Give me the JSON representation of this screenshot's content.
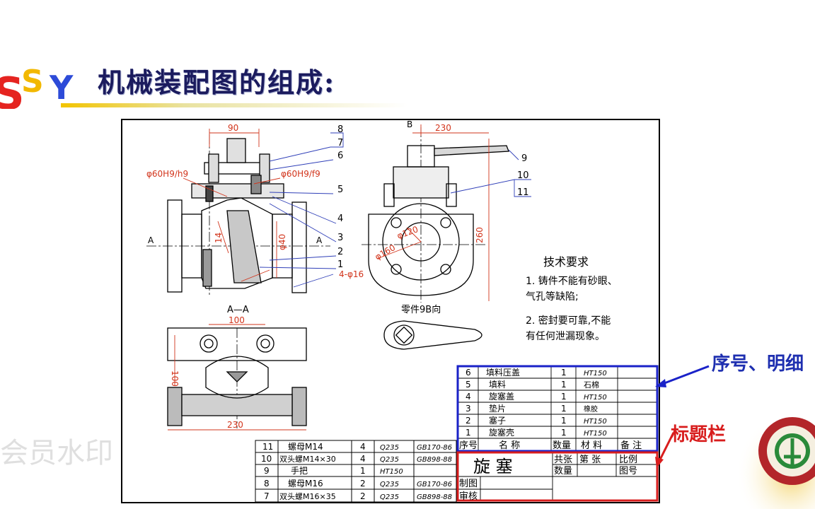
{
  "slide": {
    "title": "机械装配图的组成:",
    "callout_parts_list": "序号、明细",
    "callout_title_block": "标题栏",
    "watermark": "会员水印"
  },
  "logo": {
    "text": "SSY",
    "colors": [
      "#e52420",
      "#f2b800",
      "#2d4bd8"
    ]
  },
  "colors": {
    "ink": "#000000",
    "dimension": "#d2341b",
    "blue_frame": "#1a22c8",
    "red_frame": "#d81d1d",
    "leader": "#2f3fb8"
  },
  "drawing": {
    "dims": {
      "d90": "90",
      "d230": "230",
      "d260": "260",
      "d100": "100",
      "d100v": "100",
      "d230b": "230",
      "d14": "14",
      "d40": "φ40",
      "d120": "φ120",
      "d160": "φ160",
      "d16": "4-φ16"
    },
    "fits": {
      "left": "φ60H9/h9",
      "right": "φ60H9/f9"
    },
    "section_marks": {
      "a": "A",
      "b": "B",
      "aa": "A—A"
    },
    "view_label": "零件9B向",
    "balloons": [
      "8",
      "7",
      "6",
      "5",
      "4",
      "3",
      "2",
      "1",
      "9",
      "10",
      "11"
    ],
    "tech_requirements": {
      "heading": "技术要求",
      "line1": "1. 铸件不能有砂眼、",
      "line2": "气孔等缺陷;",
      "line3": "2. 密封要可靠,不能",
      "line4": "有任何泄漏现象。"
    }
  },
  "parts_list_right": {
    "rows": [
      {
        "no": "6",
        "name": "填料压盖",
        "qty": "1",
        "material": "HT150"
      },
      {
        "no": "5",
        "name": "填料",
        "qty": "1",
        "material": "石棉"
      },
      {
        "no": "4",
        "name": "旋塞盖",
        "qty": "1",
        "material": "HT150"
      },
      {
        "no": "3",
        "name": "垫片",
        "qty": "1",
        "material": "橡胶"
      },
      {
        "no": "2",
        "name": "塞子",
        "qty": "1",
        "material": "HT150"
      },
      {
        "no": "1",
        "name": "旋塞壳",
        "qty": "1",
        "material": "HT150"
      }
    ],
    "header": {
      "no": "序号",
      "name": "名 称",
      "qty": "数量",
      "material": "材 料",
      "note": "备 注"
    }
  },
  "parts_list_left": {
    "rows": [
      {
        "no": "11",
        "name": "螺母M14",
        "qty": "4",
        "material": "Q235",
        "std": "GB170-86"
      },
      {
        "no": "10",
        "name": "双头螺M14×30",
        "qty": "4",
        "material": "Q235",
        "std": "GB898-88"
      },
      {
        "no": "9",
        "name": "手把",
        "qty": "1",
        "material": "HT150",
        "std": ""
      },
      {
        "no": "8",
        "name": "螺母M16",
        "qty": "2",
        "material": "Q235",
        "std": "GB170-86"
      },
      {
        "no": "7",
        "name": "双头螺M16×35",
        "qty": "2",
        "material": "Q235",
        "std": "GB898-88"
      }
    ]
  },
  "title_block": {
    "name": "旋 塞",
    "total_sheets": "共张",
    "sheet_no": "第 张",
    "scale": "比例",
    "qty": "数量",
    "drawing_no": "图号",
    "drawn_by": "制图",
    "checked_by": "审核"
  }
}
